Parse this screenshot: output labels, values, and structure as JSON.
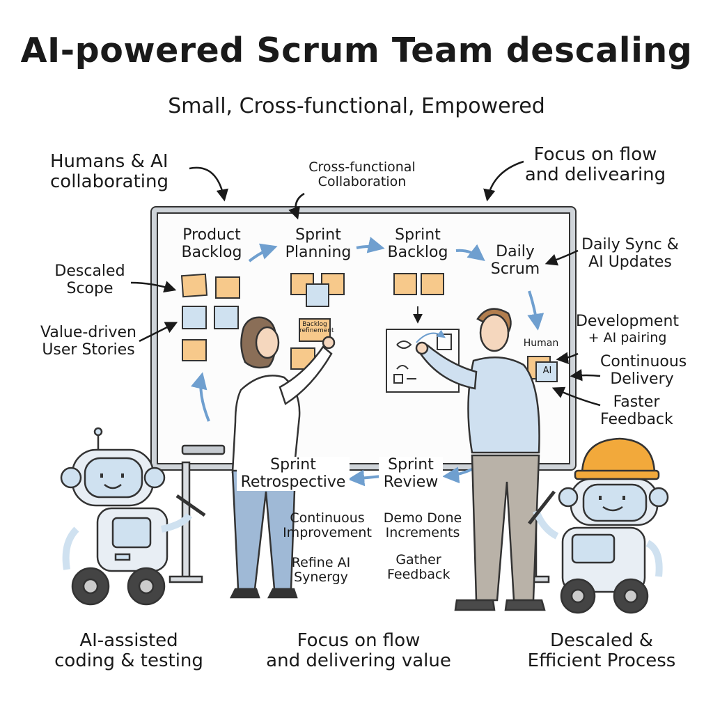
{
  "title": "AI-powered Scrum Team descaling",
  "subtitle": "Small, Cross-functional, Empowered",
  "callouts": {
    "humans_ai": [
      "Humans & AI",
      "collaborating"
    ],
    "cross_functional": [
      "Cross-functional",
      "Collaboration"
    ],
    "focus_flow_top": [
      "Focus on flow",
      "and delivearing"
    ],
    "descaled_scope": [
      "Descaled",
      "Scope"
    ],
    "value_driven": [
      "Value-driven",
      "User Stories"
    ],
    "daily_sync": [
      "Daily Sync &",
      "AI Updates"
    ],
    "development": [
      "Development",
      "+ AI pairing"
    ],
    "continuous_delivery": [
      "Continuous",
      "Delivery"
    ],
    "faster_feedback": [
      "Faster",
      "Feedback"
    ]
  },
  "board": {
    "product_backlog": [
      "Product",
      "Backlog"
    ],
    "sprint_planning": [
      "Sprint",
      "Planning"
    ],
    "sprint_backlog": [
      "Sprint",
      "Backlog"
    ],
    "daily_scrum": [
      "Daily",
      "Scrum"
    ],
    "backlog_refinement_note": [
      "Backlog",
      "refinement"
    ],
    "human_label": "Human",
    "ai_label": "AI"
  },
  "lower": {
    "sprint_retrospective": [
      "Sprint",
      "Retrospective"
    ],
    "sprint_review": [
      "Sprint",
      "Review"
    ],
    "continuous_improvement": [
      "Continuous",
      "Improvement"
    ],
    "refine_ai": [
      "Refine AI",
      "Synergy"
    ],
    "demo_done": [
      "Demo Done",
      "Increments"
    ],
    "gather_feedback": [
      "Gather",
      "Feedback"
    ]
  },
  "footer": {
    "ai_assisted": [
      "AI-assisted",
      "coding & testing"
    ],
    "focus_value": [
      "Focus on flow",
      "and delivering value"
    ],
    "descaled_process": [
      "Descaled &",
      "Efficient Process"
    ]
  },
  "colors": {
    "sticky_orange": "#f7c98b",
    "sticky_blue": "#cfe1f0",
    "arrow_blue": "#6f9fcf",
    "ink": "#1a1a1a",
    "robot_body": "#e8eef4",
    "helmet": "#f2a93b",
    "shirt_man": "#cfe0f0",
    "pants_man": "#b9b2a8",
    "pants_woman": "#9fb9d6"
  }
}
